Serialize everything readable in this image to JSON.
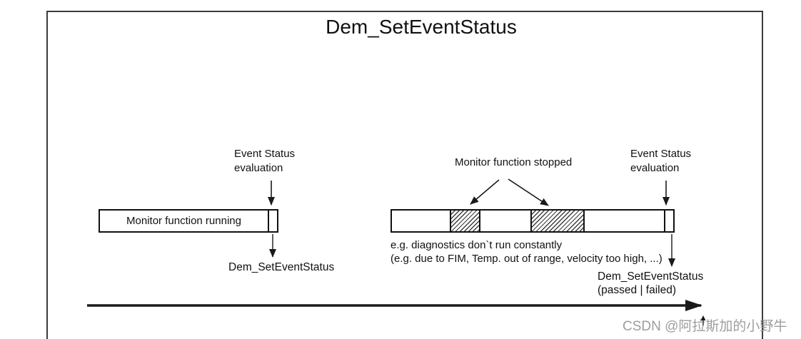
{
  "title": "Dem_SetEventStatus",
  "left_section": {
    "eval_label": "Event Status\nevaluation",
    "bar_label": "Monitor function running",
    "callout": "Dem_SetEventStatus"
  },
  "right_section": {
    "stopped_label": "Monitor function stopped",
    "eval_label": "Event Status\nevaluation",
    "note": "e.g. diagnostics don`t run constantly\n(e.g. due to FIM, Temp. out of range, velocity too high, ...)",
    "callout": "Dem_SetEventStatus\n(passed | failed)"
  },
  "watermark": "CSDN @阿拉斯加的小野牛",
  "colors": {
    "ink": "#1a1a1a",
    "watermark": "#9e9e9e",
    "bar_fill": "#ffffff"
  }
}
